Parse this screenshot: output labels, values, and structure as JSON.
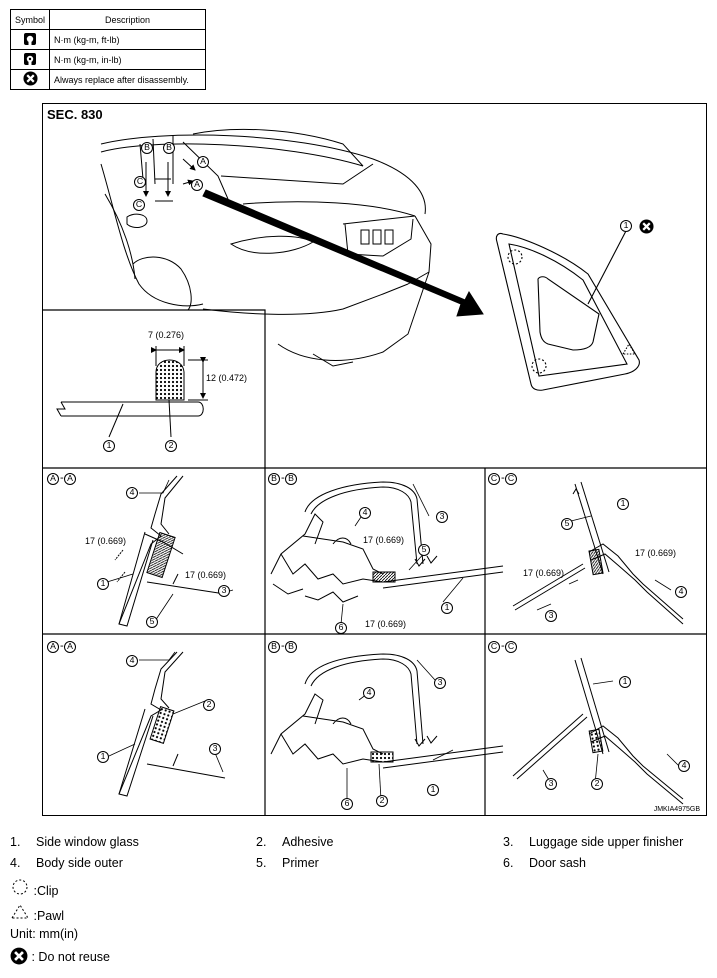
{
  "symbol_table": {
    "header_symbol": "Symbol",
    "header_description": "Description",
    "rows": [
      {
        "icon": "torque-wrench-icon",
        "description": "N·m (kg-m, ft-lb)"
      },
      {
        "icon": "torque-wrench-small-icon",
        "description": "N·m (kg-m, in-lb)"
      },
      {
        "icon": "do-not-reuse-icon",
        "description": "Always replace after disassembly."
      }
    ]
  },
  "figure": {
    "section": "SEC. 830",
    "code": "JMKIA4975GB",
    "callout_letters": [
      "A",
      "B",
      "C"
    ],
    "section_views": [
      "A-A",
      "B-B",
      "C-C"
    ],
    "dims": {
      "bead_width": "7 (0.276)",
      "bead_height": "12 (0.472)",
      "primer": "17 (0.669)"
    },
    "part_numbers": [
      "1",
      "2",
      "3",
      "4",
      "5",
      "6"
    ]
  },
  "legend": {
    "items": [
      {
        "num": "1.",
        "label": "Side window glass"
      },
      {
        "num": "2.",
        "label": "Adhesive"
      },
      {
        "num": "3.",
        "label": "Luggage side upper finisher"
      },
      {
        "num": "4.",
        "label": "Body side outer"
      },
      {
        "num": "5.",
        "label": "Primer"
      },
      {
        "num": "6.",
        "label": "Door sash"
      }
    ],
    "clip": ":Clip",
    "pawl": ":Pawl",
    "unit": "Unit: mm(in)",
    "do_not_reuse": ": Do not reuse"
  },
  "colors": {
    "line": "#000000",
    "background": "#ffffff"
  }
}
